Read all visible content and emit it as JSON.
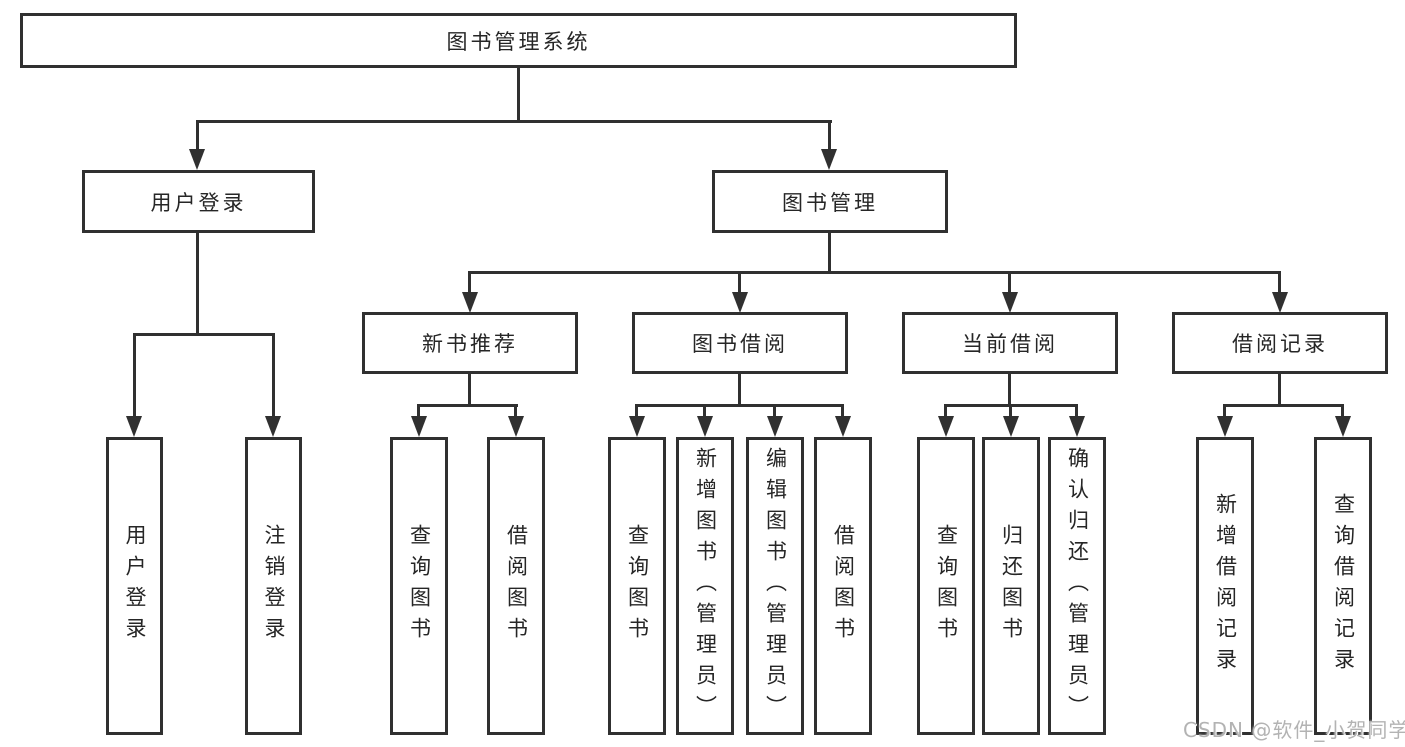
{
  "diagram": {
    "root": {
      "label": "图书管理系统"
    },
    "level2": [
      {
        "label": "用户登录"
      },
      {
        "label": "图书管理"
      }
    ],
    "level3": [
      {
        "label": "新书推荐"
      },
      {
        "label": "图书借阅"
      },
      {
        "label": "当前借阅"
      },
      {
        "label": "借阅记录"
      }
    ],
    "leaves": {
      "user_login": [
        {
          "label": "用户登录"
        },
        {
          "label": "注销登录"
        }
      ],
      "new_book_recommend": [
        {
          "label": "查询图书"
        },
        {
          "label": "借阅图书"
        }
      ],
      "book_borrow": [
        {
          "label": "查询图书"
        },
        {
          "label": "新增图书（管理员）"
        },
        {
          "label": "编辑图书（管理员）"
        },
        {
          "label": "借阅图书"
        }
      ],
      "current_borrow": [
        {
          "label": "查询图书"
        },
        {
          "label": "归还图书"
        },
        {
          "label": "确认归还（管理员）"
        }
      ],
      "borrow_records": [
        {
          "label": "新增借阅记录"
        },
        {
          "label": "查询借阅记录"
        }
      ]
    }
  },
  "watermark": {
    "text": "CSDN @软件_小贺同学"
  },
  "colors": {
    "line": "#303030",
    "text": "#262626",
    "watermark": "#b3b3b3",
    "background": "#ffffff"
  }
}
